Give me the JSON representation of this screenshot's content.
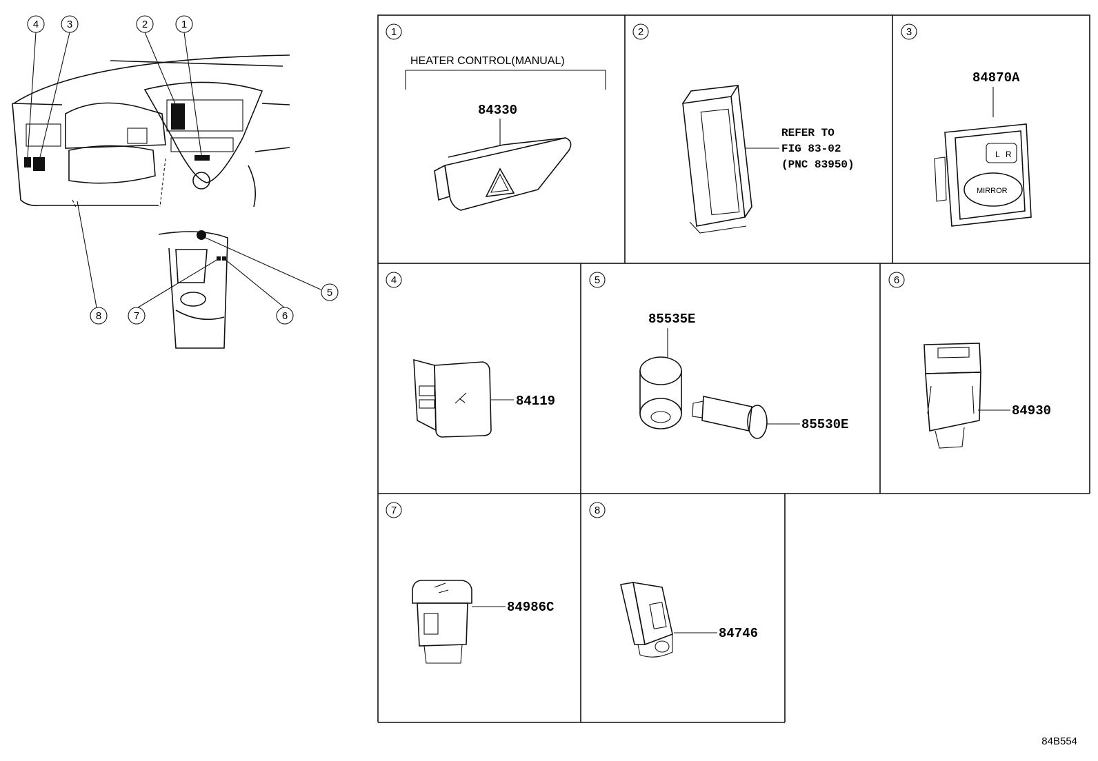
{
  "diagram_id": "84B554",
  "overview": {
    "callouts": [
      "4",
      "3",
      "2",
      "1",
      "5",
      "8",
      "7",
      "6"
    ]
  },
  "panels": [
    {
      "num": "1",
      "header": "HEATER CONTROL(MANUAL)",
      "parts": [
        "84330"
      ]
    },
    {
      "num": "2",
      "note": [
        "REFER TO",
        "FIG 83-02",
        "(PNC 83950)"
      ]
    },
    {
      "num": "3",
      "parts": [
        "84870A"
      ],
      "switch_labels": [
        "L",
        "R",
        "MIRROR"
      ]
    },
    {
      "num": "4",
      "parts": [
        "84119"
      ]
    },
    {
      "num": "5",
      "parts": [
        "85535E",
        "85530E"
      ]
    },
    {
      "num": "6",
      "parts": [
        "84930"
      ]
    },
    {
      "num": "7",
      "parts": [
        "84986C"
      ]
    },
    {
      "num": "8",
      "parts": [
        "84746"
      ]
    }
  ]
}
